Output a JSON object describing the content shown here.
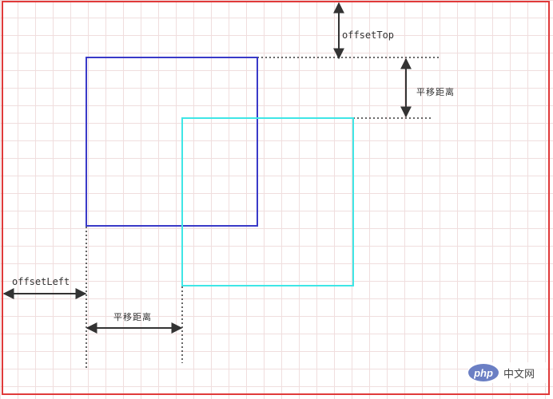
{
  "colors": {
    "outer_frame": "#e03a3a",
    "box_original": "#3a3ac8",
    "box_translated": "#3fe6e6",
    "guide_line": "#333333",
    "arrow": "#333333"
  },
  "labels": {
    "offset_top": "offsetTop",
    "translate_y": "平移距离",
    "offset_left": "offsetLeft",
    "translate_x": "平移距离"
  },
  "watermark": {
    "logo_text": "php",
    "site_text": "中文网"
  }
}
